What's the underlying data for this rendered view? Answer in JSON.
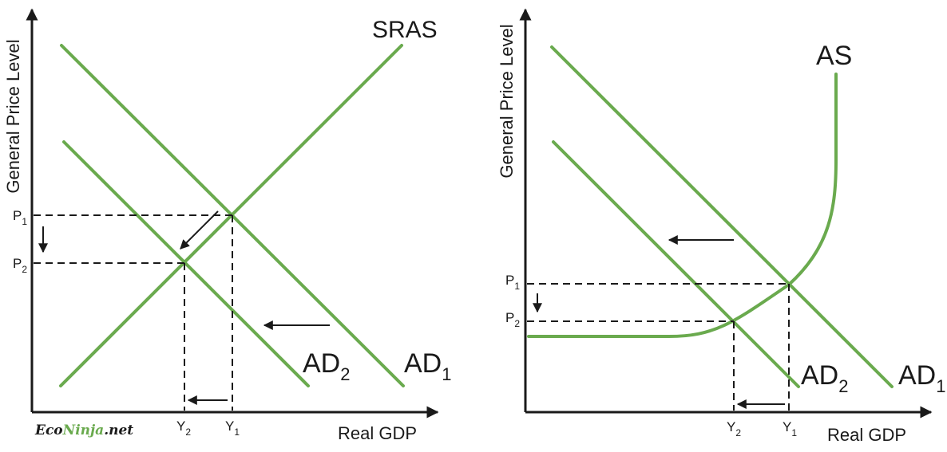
{
  "colors": {
    "curve": "#6aaa4e",
    "axis": "#1a1a1a",
    "logo_accent": "#6aaa4e"
  },
  "logo": {
    "part1": "Eco",
    "part2": "Ninja",
    "part3": ".net"
  },
  "left_panel": {
    "y_axis_label": "General Price Level",
    "x_axis_label": "Real GDP",
    "curves": {
      "sras": "SRAS",
      "ad1_main": "AD",
      "ad1_sub": "1",
      "ad2_main": "AD",
      "ad2_sub": "2"
    },
    "ticks": {
      "p1_main": "P",
      "p1_sub": "1",
      "p2_main": "P",
      "p2_sub": "2",
      "y1_main": "Y",
      "y1_sub": "1",
      "y2_main": "Y",
      "y2_sub": "2"
    }
  },
  "right_panel": {
    "y_axis_label": "General Price Level",
    "x_axis_label": "Real GDP",
    "curves": {
      "as": "AS",
      "ad1_main": "AD",
      "ad1_sub": "1",
      "ad2_main": "AD",
      "ad2_sub": "2"
    },
    "ticks": {
      "p1_main": "P",
      "p1_sub": "1",
      "p2_main": "P",
      "p2_sub": "2",
      "y1_main": "Y",
      "y1_sub": "1",
      "y2_main": "Y",
      "y2_sub": "2"
    }
  }
}
